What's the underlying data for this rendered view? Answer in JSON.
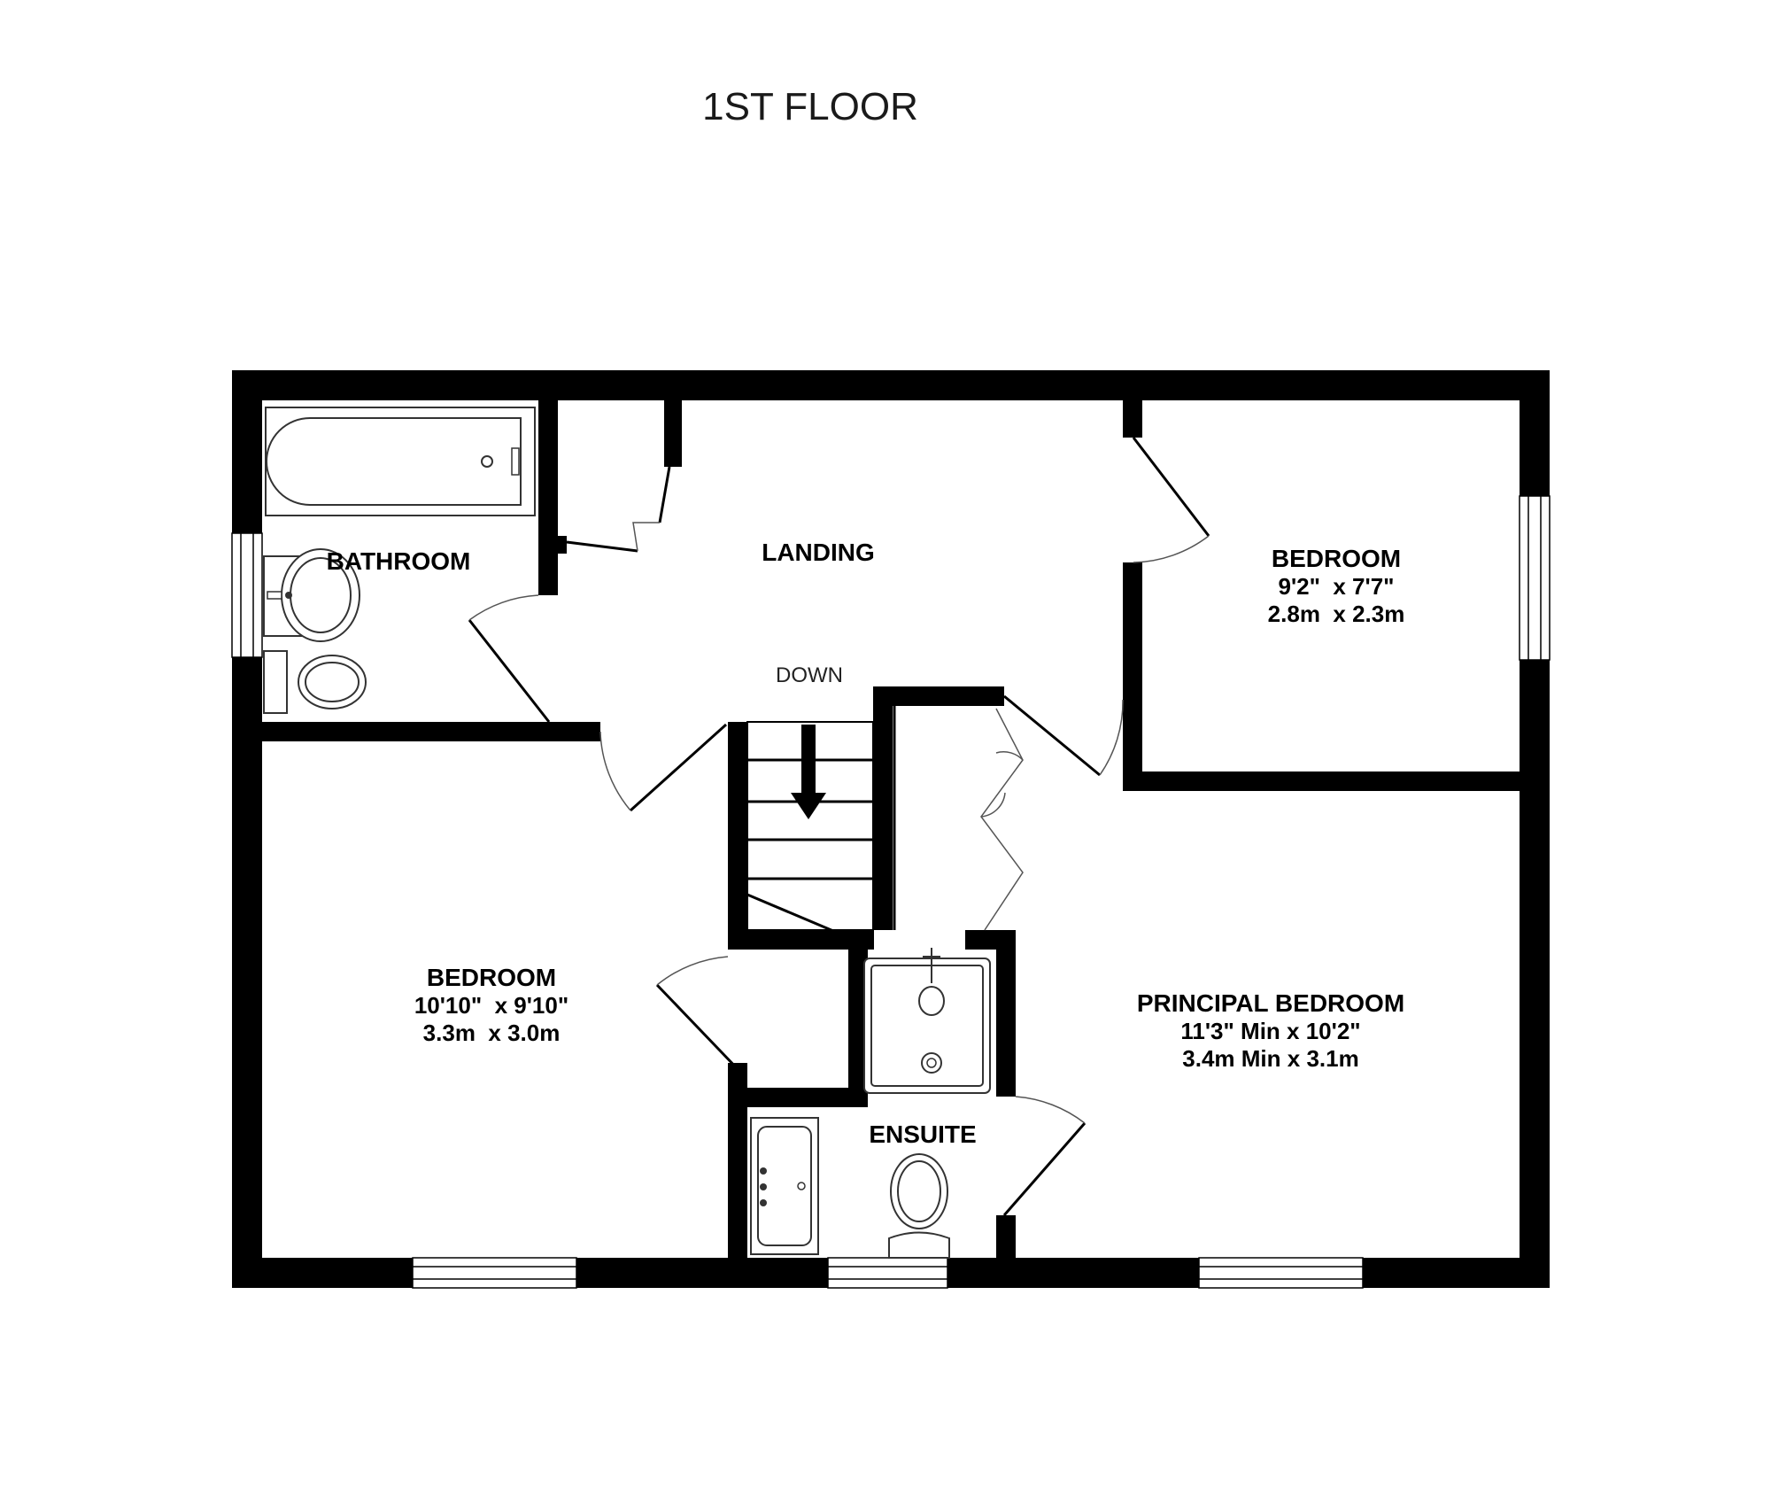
{
  "title": "1ST FLOOR",
  "rooms": {
    "bathroom": {
      "name": "BATHROOM"
    },
    "landing": {
      "name": "LANDING"
    },
    "bedroom_small": {
      "name": "BEDROOM",
      "dim_imperial": "9'2\"  x 7'7\"",
      "dim_metric": "2.8m  x 2.3m"
    },
    "bedroom_left": {
      "name": "BEDROOM",
      "dim_imperial": "10'10\"  x 9'10\"",
      "dim_metric": "3.3m  x 3.0m"
    },
    "principal_bedroom": {
      "name": "PRINCIPAL BEDROOM",
      "dim_imperial": "11'3\" Min x 10'2\"",
      "dim_metric": "3.4m Min x 3.1m"
    },
    "ensuite": {
      "name": "ENSUITE"
    }
  },
  "stairs": {
    "label": "DOWN"
  },
  "colors": {
    "wall": "#000000",
    "background": "#ffffff",
    "fixture_stroke": "#333333"
  }
}
